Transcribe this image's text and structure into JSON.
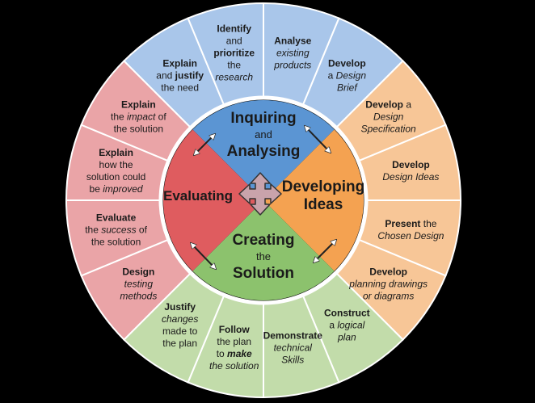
{
  "colors": {
    "blue_outer": "#a9c6ea",
    "orange_outer": "#f7c697",
    "green_outer": "#c2dcaa",
    "red_outer": "#eaa4a7",
    "blue_inner": "#5b95d3",
    "orange_inner": "#f4a251",
    "green_inner": "#8cc26d",
    "red_inner": "#df5c5f",
    "ring_outline": "#ffffff",
    "center_arrow": "#c9a3ab"
  },
  "quadrants": {
    "inquiring": {
      "line1": "Inquiring",
      "line2": "and",
      "line3": "Analysing"
    },
    "developing": {
      "line1": "Developing",
      "line2": "Ideas"
    },
    "creating": {
      "line1": "Creating",
      "line2": "the",
      "line3": "Solution"
    },
    "evaluating": {
      "line1": "Evaluating"
    }
  },
  "segments": [
    {
      "group": "blue",
      "lines": [
        [
          "b:Analyse"
        ],
        [
          "i:existing"
        ],
        [
          "i:products"
        ]
      ]
    },
    {
      "group": "blue",
      "lines": [
        [
          "b:Develop"
        ],
        [
          "n:a ",
          "i:Design"
        ],
        [
          "i:Brief"
        ]
      ]
    },
    {
      "group": "orange",
      "lines": [
        [
          "b:Develop",
          "n: a"
        ],
        [
          "i:Design"
        ],
        [
          "i:Specification"
        ]
      ]
    },
    {
      "group": "orange",
      "lines": [
        [
          "b:Develop"
        ],
        [
          "i:Design Ideas"
        ]
      ]
    },
    {
      "group": "orange",
      "lines": [
        [
          "b:Present",
          "n: the"
        ],
        [
          "i:Chosen Design"
        ]
      ]
    },
    {
      "group": "orange",
      "lines": [
        [
          "b:Develop"
        ],
        [
          "i:planning drawings"
        ],
        [
          "i:or diagrams"
        ]
      ]
    },
    {
      "group": "green",
      "lines": [
        [
          "b:Construct"
        ],
        [
          "n:a ",
          "i:logical"
        ],
        [
          "i:plan"
        ]
      ]
    },
    {
      "group": "green",
      "lines": [
        [
          "b:Demonstrate"
        ],
        [
          "i:technical"
        ],
        [
          "i:Skills"
        ]
      ]
    },
    {
      "group": "green",
      "lines": [
        [
          "b:Follow"
        ],
        [
          "n:the plan"
        ],
        [
          "n:to ",
          "bi:make"
        ],
        [
          "i:the solution"
        ]
      ]
    },
    {
      "group": "green",
      "lines": [
        [
          "b:Justify"
        ],
        [
          "i:changes"
        ],
        [
          "n:made to"
        ],
        [
          "n:the plan"
        ]
      ]
    },
    {
      "group": "red",
      "lines": [
        [
          "b:Design"
        ],
        [
          "i:testing"
        ],
        [
          "i:methods"
        ]
      ]
    },
    {
      "group": "red",
      "lines": [
        [
          "b:Evaluate"
        ],
        [
          "n:the ",
          "i:success",
          "n: of"
        ],
        [
          "n:the solution"
        ]
      ]
    },
    {
      "group": "red",
      "lines": [
        [
          "b:Explain"
        ],
        [
          "n:how the"
        ],
        [
          "n:solution could"
        ],
        [
          "n:be ",
          "i:improved"
        ]
      ]
    },
    {
      "group": "red",
      "lines": [
        [
          "b:Explain"
        ],
        [
          "n:the ",
          "i:impact",
          "n: of"
        ],
        [
          "n:the solution"
        ]
      ]
    },
    {
      "group": "blue",
      "lines": [
        [
          "b:Explain"
        ],
        [
          "n:and ",
          "b:justify"
        ],
        [
          "n:the need"
        ]
      ]
    },
    {
      "group": "blue",
      "lines": [
        [
          "b:Identify"
        ],
        [
          "n:and"
        ],
        [
          "b:prioritize"
        ],
        [
          "n:the"
        ],
        [
          "i:research"
        ]
      ]
    }
  ]
}
